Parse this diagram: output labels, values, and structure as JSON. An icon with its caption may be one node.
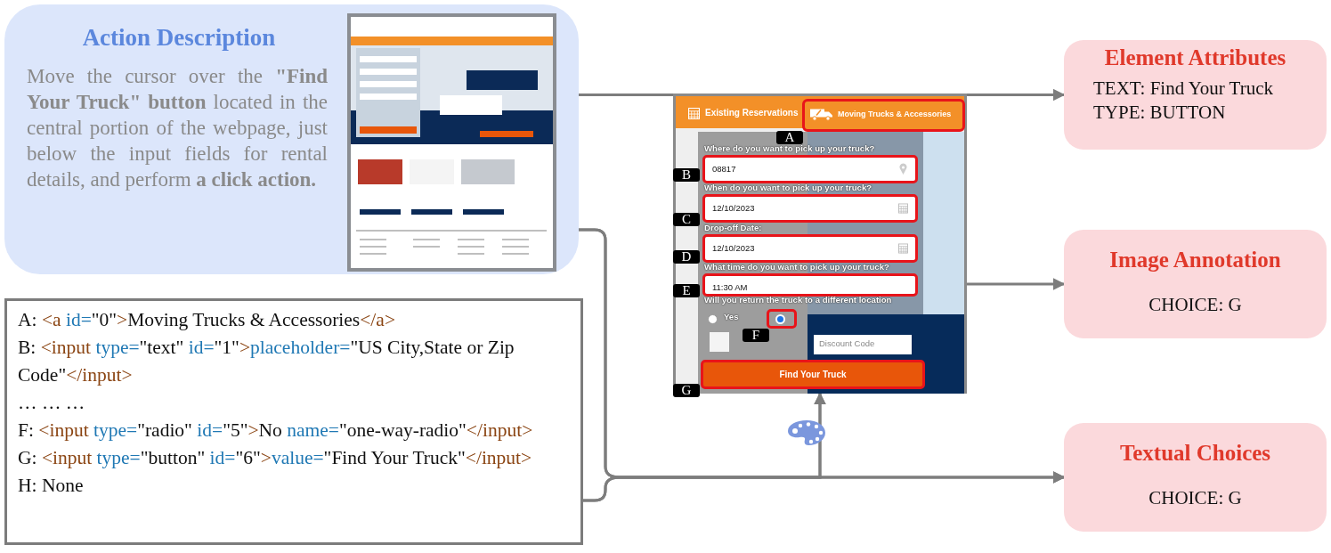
{
  "diagram": {
    "nodes": [
      {
        "text": [
          "Action Description",
          "Move the cursor over the **\"Find Your Truck\" button** located in the central portion of the webpage, just below the input fields for rental details, and perform **a click action.**"
        ]
      },
      {
        "text": [],
        "shape": "picture",
        "in": 0
      },
      {
        "text": [
          "Element Attributes",
          "TEXT: Find Your Truck",
          "TYPE: BUTTON"
        ]
      },
      {
        "text": [],
        "shape": "picture"
      },
      {
        "text": [
          "Existing Reservations"
        ],
        "in": 3
      },
      {
        "text": [
          "Moving Trucks & Accessories"
        ],
        "in": 3
      },
      {
        "text": [
          "08817"
        ],
        "in": 3
      },
      {
        "text": [
          "12/10/2023"
        ],
        "in": 3
      },
      {
        "text": [
          "12/10/2023"
        ],
        "in": 3
      },
      {
        "text": [
          "11:30 AM"
        ],
        "in": 3
      },
      {
        "text": [
          "Discount Code"
        ],
        "in": 3
      },
      {
        "text": [
          "Find Your Truck"
        ],
        "in": 3
      },
      {
        "text": [
          "Image Annotation",
          "CHOICE: G"
        ]
      },
      {
        "text": [
          "A: <a id=\"0\">Moving Trucks & Accessories</a>",
          "B: <input type=\"text\" id=\"1\">placeholder=\"US City,State or Zip Code\"</input>",
          "… … …",
          "F: <input type=\"radio\" id=\"5\">No name=\"one-way-radio\"</input>",
          "G: <input type=\"button\" id=\"6\">value=\"Find Your Truck\"</input>",
          "H: None"
        ]
      },
      {
        "text": [
          "Textual Choices",
          "CHOICE: G"
        ]
      }
    ],
    "edges": [
      {
        "from": 0,
        "to": 2,
        "arrow": "to"
      },
      {
        "from": 3,
        "to": 12,
        "arrow": "to"
      },
      {
        "from": 0,
        "to": 14,
        "arrow": "to"
      },
      {
        "from": 13,
        "to": 14,
        "arrow": "to"
      },
      {
        "from": 0,
        "to": 3,
        "arrow": "to"
      },
      {
        "from": 13,
        "to": 3,
        "arrow": "to"
      }
    ],
    "labels": [
      "A",
      "Where do you want to pick up your truck?",
      "B",
      "When do you want to pick up your truck?",
      "C",
      "Drop-off Date:",
      "D",
      "What time do you want to pick up your truck?",
      "E",
      "Will you return the truck to a different location",
      "Yes",
      "F",
      "G"
    ]
  }
}
